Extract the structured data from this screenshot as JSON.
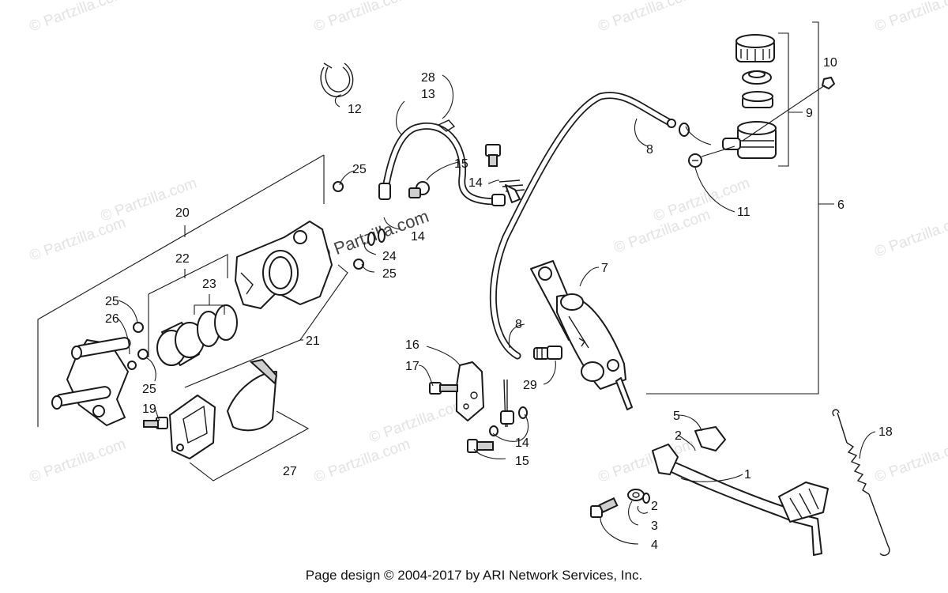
{
  "watermarks": {
    "text": "© Partzilla.com",
    "center_text": "© Partzilla.com"
  },
  "callouts": {
    "c1": "1",
    "c2a": "2",
    "c2b": "2",
    "c3": "3",
    "c4": "4",
    "c5": "5",
    "c6": "6",
    "c7": "7",
    "c8a": "8",
    "c8b": "8",
    "c9": "9",
    "c10": "10",
    "c11": "11",
    "c12": "12",
    "c13": "13",
    "c14a": "14",
    "c14b": "14",
    "c14c": "14",
    "c15a": "15",
    "c15b": "15",
    "c16": "16",
    "c17": "17",
    "c18": "18",
    "c19": "19",
    "c20": "20",
    "c21": "21",
    "c22": "22",
    "c23": "23",
    "c24": "24",
    "c25a": "25",
    "c25b": "25",
    "c25c": "25",
    "c25d": "25",
    "c26": "26",
    "c27": "27",
    "c28": "28",
    "c29": "29"
  },
  "footer": {
    "text": "Page design © 2004-2017 by ARI Network Services, Inc."
  }
}
